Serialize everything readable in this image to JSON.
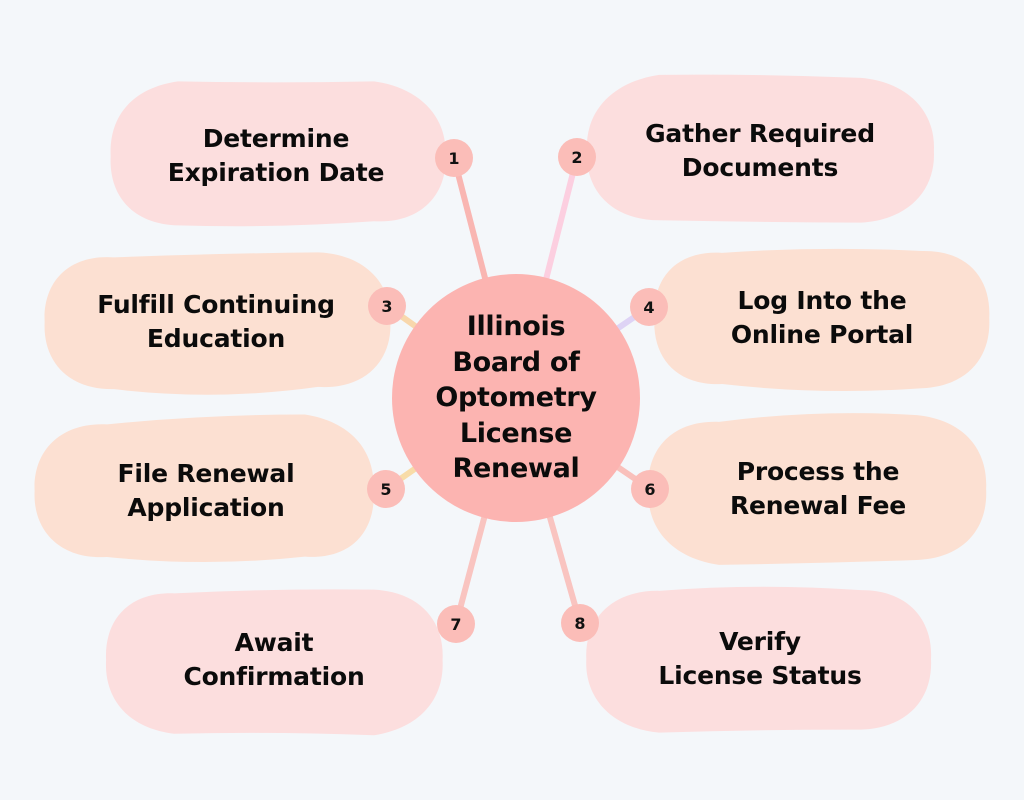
{
  "diagram": {
    "type": "mind-map",
    "background_color": "#f4f7fa",
    "center": {
      "title": "Illinois\nBoard of\nOptometry\nLicense\nRenewal",
      "color": "#fcb4b1"
    },
    "badge_color": "#fbbdb8",
    "nodes": [
      {
        "number": "1",
        "label": "Determine\nExpiration Date",
        "color": "#fcdede",
        "connector_color": "#f9b6b2",
        "side": "left"
      },
      {
        "number": "2",
        "label": "Gather Required\nDocuments",
        "color": "#fcdede",
        "connector_color": "#fccfe0",
        "side": "right"
      },
      {
        "number": "3",
        "label": "Fulfill Continuing\nEducation",
        "color": "#fce0d2",
        "connector_color": "#f8d7ac",
        "side": "left"
      },
      {
        "number": "4",
        "label": "Log Into the\nOnline Portal",
        "color": "#fce0d2",
        "connector_color": "#ded3f5",
        "side": "right"
      },
      {
        "number": "5",
        "label": "File Renewal\nApplication",
        "color": "#fce0d2",
        "connector_color": "#f8dca8",
        "side": "left"
      },
      {
        "number": "6",
        "label": "Process the\nRenewal Fee",
        "color": "#fce0d2",
        "connector_color": "#f9c0bb",
        "side": "right"
      },
      {
        "number": "7",
        "label": "Await\nConfirmation",
        "color": "#fcdede",
        "connector_color": "#f9c4c0",
        "side": "left"
      },
      {
        "number": "8",
        "label": "Verify\nLicense Status",
        "color": "#fcdede",
        "connector_color": "#f9c4c0",
        "side": "right"
      }
    ]
  }
}
